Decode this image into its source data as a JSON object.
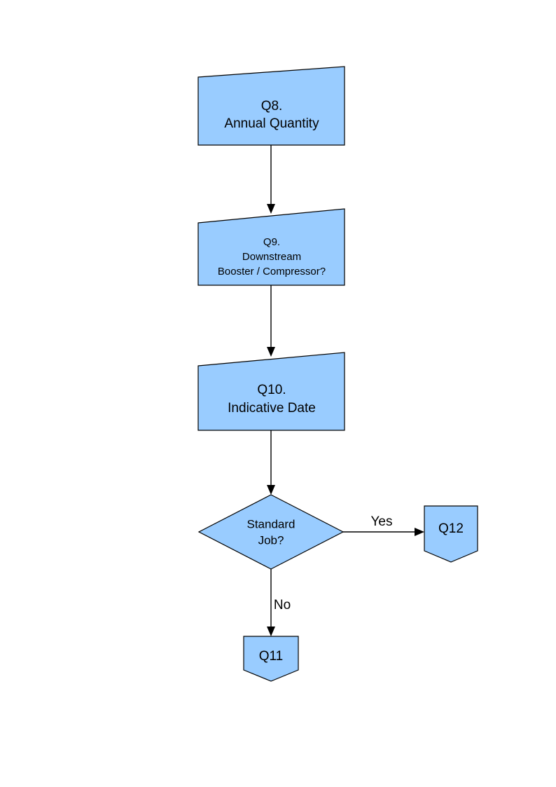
{
  "diagram": {
    "type": "flowchart",
    "background_color": "#FFFFFF",
    "node_fill_color": "#99CCFF",
    "node_stroke_color": "#000000",
    "text_color": "#000000",
    "nodes": [
      {
        "id": "q8",
        "shape": "slanted-rectangle",
        "lines": [
          "Q8.",
          "Annual Quantity"
        ],
        "line1": "Q8.",
        "line2": "Annual Quantity",
        "line3": ""
      },
      {
        "id": "q9",
        "shape": "slanted-rectangle",
        "lines": [
          "Q9.",
          "Downstream",
          "Booster / Compressor?"
        ],
        "line1": "Q9.",
        "line2": "Downstream",
        "line3": "Booster / Compressor?"
      },
      {
        "id": "q10",
        "shape": "slanted-rectangle",
        "lines": [
          "Q10.",
          "Indicative Date"
        ],
        "line1": "Q10.",
        "line2": "Indicative Date",
        "line3": ""
      },
      {
        "id": "decision",
        "shape": "diamond",
        "lines": [
          "Standard",
          "Job?"
        ],
        "line1": "Standard",
        "line2": "Job?",
        "line3": ""
      },
      {
        "id": "q12",
        "shape": "pentagon-down",
        "lines": [
          "Q12"
        ],
        "line1": "Q12",
        "line2": "",
        "line3": ""
      },
      {
        "id": "q11",
        "shape": "pentagon-down",
        "lines": [
          "Q11"
        ],
        "line1": "Q11",
        "line2": "",
        "line3": ""
      }
    ],
    "edges": [
      {
        "id": "e1",
        "from": "q8",
        "to": "q9",
        "label": "",
        "direction": "down"
      },
      {
        "id": "e2",
        "from": "q9",
        "to": "q10",
        "label": "",
        "direction": "down"
      },
      {
        "id": "e3",
        "from": "q10",
        "to": "decision",
        "label": "",
        "direction": "down"
      },
      {
        "id": "e4",
        "from": "decision",
        "to": "q12",
        "label": "Yes",
        "direction": "right"
      },
      {
        "id": "e5",
        "from": "decision",
        "to": "q11",
        "label": "No",
        "direction": "down"
      }
    ]
  }
}
